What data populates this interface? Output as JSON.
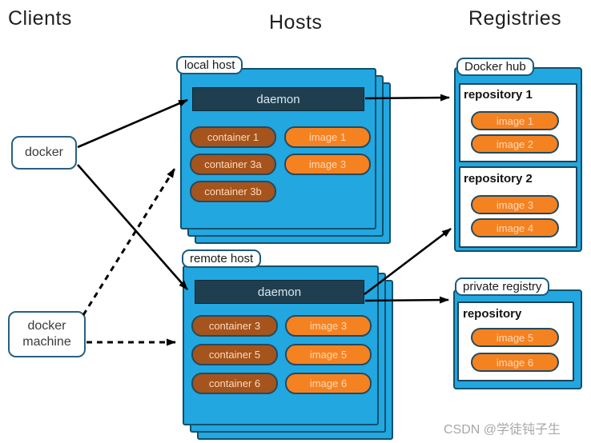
{
  "headers": {
    "clients": "Clients",
    "hosts": "Hosts",
    "registries": "Registries"
  },
  "clients": {
    "docker": "docker",
    "docker_machine": "docker machine"
  },
  "hosts": [
    {
      "label": "local host",
      "daemon": "daemon",
      "containers": [
        "container 1",
        "container 3a",
        "container 3b"
      ],
      "images": [
        "image 1",
        "image 3"
      ]
    },
    {
      "label": "remote host",
      "daemon": "daemon",
      "containers": [
        "container 3",
        "container 5",
        "container 6"
      ],
      "images": [
        "image 3",
        "image 5",
        "image 6"
      ]
    }
  ],
  "registries": [
    {
      "label": "Docker hub",
      "repositories": [
        {
          "name": "repository 1",
          "images": [
            "image 1",
            "image 2"
          ]
        },
        {
          "name": "repository 2",
          "images": [
            "image 3",
            "image 4"
          ]
        }
      ]
    },
    {
      "label": "private registry",
      "repositories": [
        {
          "name": "repository",
          "images": [
            "image 5",
            "image 6"
          ]
        }
      ]
    }
  ],
  "watermark": "CSDN @学徒钝子生",
  "colors": {
    "host_blue": "#22a7e0",
    "border_navy": "#10516d",
    "daemon_bar": "#1f3f50",
    "container_brown": "#a4541c",
    "image_orange": "#f58220",
    "chip_text": "#ffd9bd",
    "arrow": "#000000",
    "watermark_gray": "#a8a8a8"
  }
}
